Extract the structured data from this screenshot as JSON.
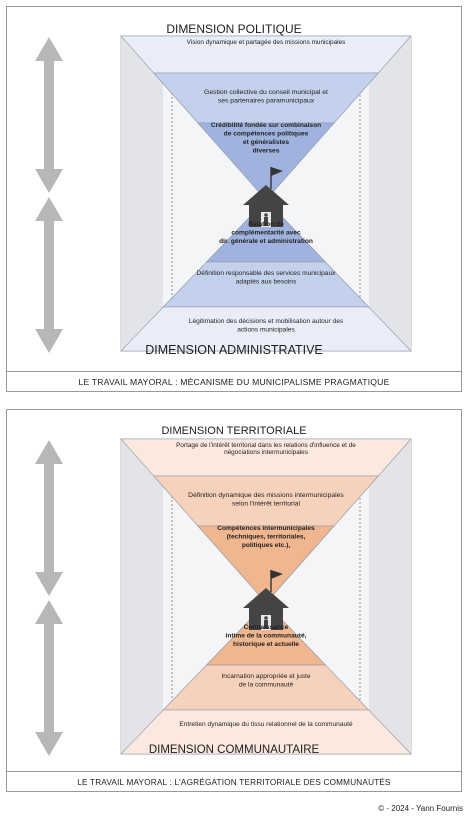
{
  "top": {
    "title_top": "DIMENSION POLITIQUE",
    "title_bottom": "DIMENSION ADMINISTRATIVE",
    "caption": "LE TRAVAIL MAYORAL : MÉCANISME DU MUNICIPALISME PRAGMATIQUE",
    "colors": {
      "pale": "#e8edf8",
      "mid": "#c4d1ec",
      "strong": "#9fb3de",
      "side": "#e3e4e7"
    },
    "levels": [
      [
        "Vision dynamique et partagée des missions municipales"
      ],
      [
        "Gestion collective du conseil municipal et",
        "ses partenaires paramunicipaux"
      ],
      [
        "Crédibilité fondée sur combinaison",
        "de compétences politiques",
        "et généralistes",
        "diverses"
      ],
      [
        "Relation de",
        "complémentarité avec",
        "dir. générale et administration"
      ],
      [
        "Définition responsable des services municipaux",
        "adaptés aux besoins"
      ],
      [
        "Légitimation des décisions et mobilisation autour des",
        "actions municipales"
      ]
    ]
  },
  "bottom": {
    "title_top": "DIMENSION TERRITORIALE",
    "title_bottom": "DIMENSION COMMUNAUTAIRE",
    "caption": "LE TRAVAIL MAYORAL : L'AGRÉGATION TERRITORIALE DES COMMUNAUTÉS",
    "colors": {
      "pale": "#fbe9df",
      "mid": "#f6d2bc",
      "strong": "#efb68f",
      "side": "#e3e4e7"
    },
    "levels": [
      [
        "Portage de l'intérêt territorial dans les relations d'influence et de",
        "négociations intermunicipales"
      ],
      [
        "Définition dynamique des missions intermunicipales",
        "selon l'intérêt territorial"
      ],
      [
        "Compétences intermunicipales",
        "(techniques, territoriales,",
        "politiques etc.),"
      ],
      [
        "Connaissance",
        "intime de la communauté,",
        "historique et actuelle"
      ],
      [
        "Incarnation appropriée et juste",
        "de la communauté"
      ],
      [
        "Entretien dynamique du tissu relationnel de la communauté"
      ]
    ]
  },
  "copyright": "© - 2024 - Yann Fournis"
}
